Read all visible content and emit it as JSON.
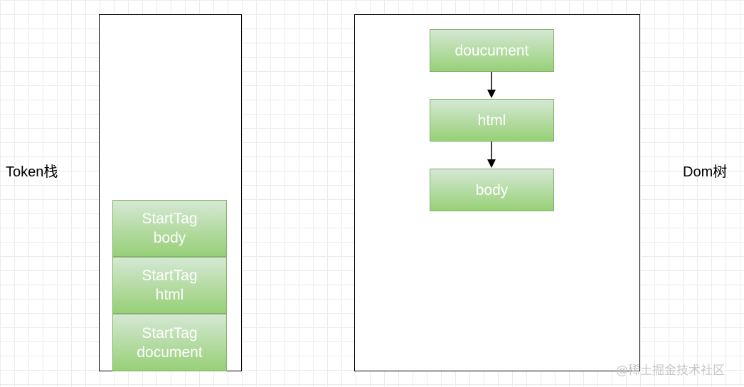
{
  "labels": {
    "left": "Token栈",
    "right": "Dom树"
  },
  "token_stack": [
    {
      "line1": "StartTag",
      "line2": "body"
    },
    {
      "line1": "StartTag",
      "line2": "html"
    },
    {
      "line1": "StartTag",
      "line2": "document"
    }
  ],
  "dom_tree": [
    {
      "label": "doucument"
    },
    {
      "label": "html"
    },
    {
      "label": "body"
    }
  ],
  "watermark": "@稀土掘金技术社区",
  "colors": {
    "node_fill_top": "#d5e8d4",
    "node_fill_bottom": "#97d077",
    "node_stroke": "#82b366",
    "node_text": "#ffffff",
    "grid": "#ebebeb"
  }
}
